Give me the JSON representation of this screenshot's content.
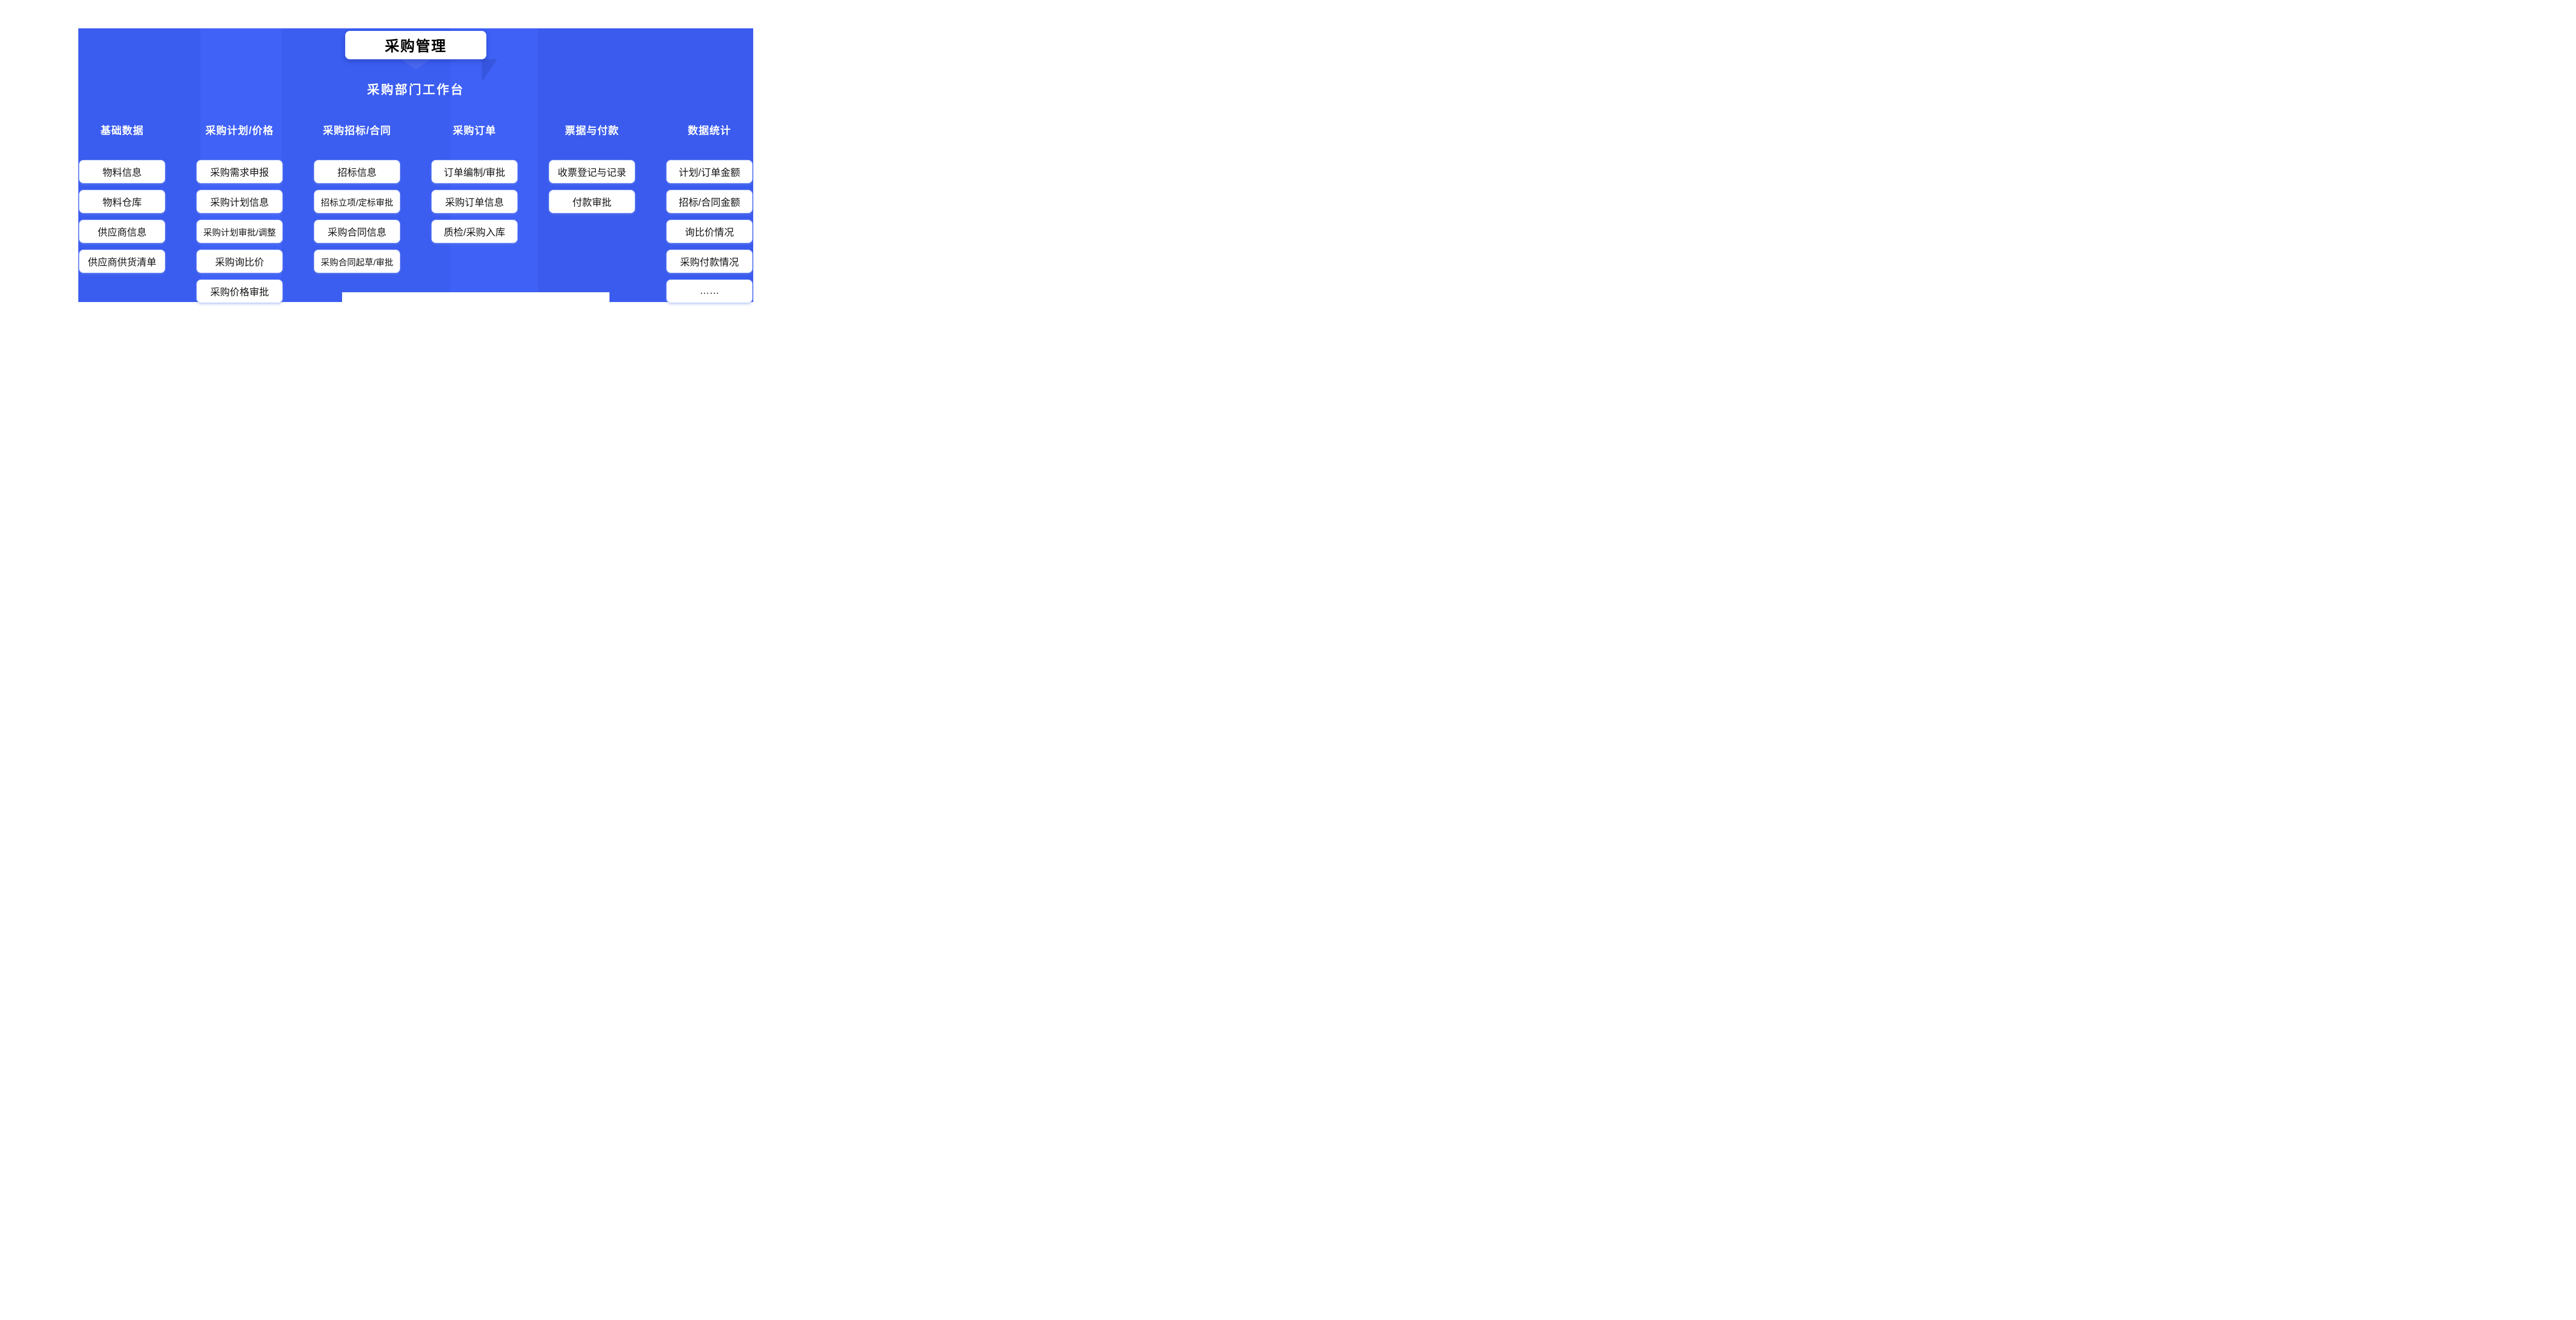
{
  "title": "采购管理",
  "subtitle": "采购部门工作台",
  "columns": [
    {
      "header": "基础数据",
      "items": [
        "物料信息",
        "物料仓库",
        "供应商信息",
        "供应商供货清单"
      ]
    },
    {
      "header": "采购计划/价格",
      "items": [
        "采购需求申报",
        "采购计划信息",
        "采购计划审批/调整",
        "采购询比价",
        "采购价格审批"
      ]
    },
    {
      "header": "采购招标/合同",
      "items": [
        "招标信息",
        "招标立项/定标审批",
        "采购合同信息",
        "采购合同起草/审批"
      ]
    },
    {
      "header": "采购订单",
      "items": [
        "订单编制/审批",
        "采购订单信息",
        "质检/采购入库"
      ]
    },
    {
      "header": "票据与付款",
      "items": [
        "收票登记与记录",
        "付款审批"
      ]
    },
    {
      "header": "数据统计",
      "items": [
        "计划/订单金额",
        "招标/合同金额",
        "询比价情况",
        "采购付款情况",
        "……"
      ]
    }
  ],
  "colors": {
    "panel_blue": "#3B5EF2",
    "box_background": "#FFFFFF",
    "title_text": "#000000",
    "header_text": "#FFFFFF",
    "item_text": "#141414"
  }
}
